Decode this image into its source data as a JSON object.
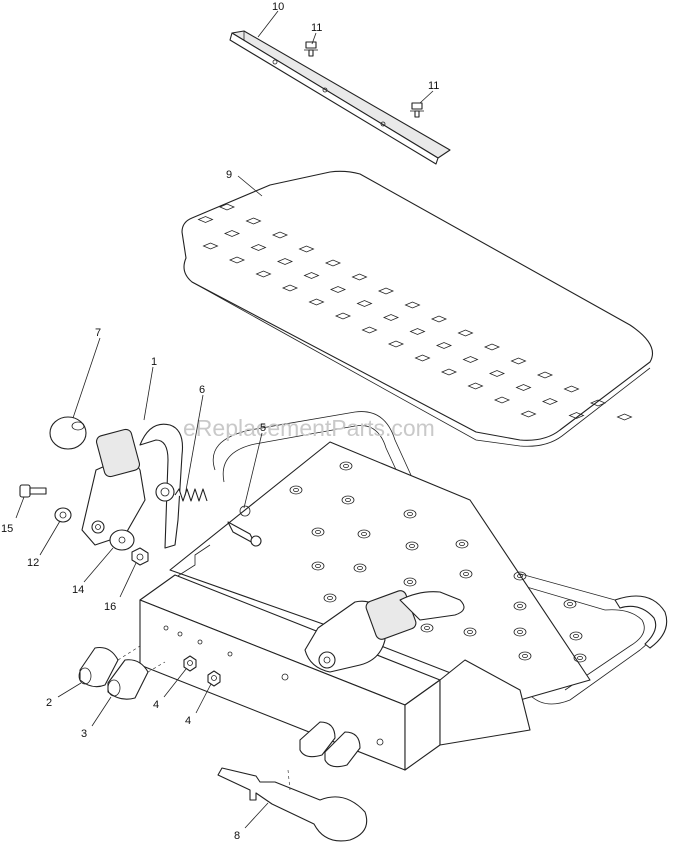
{
  "watermark": "eReplacementParts.com",
  "callouts": [
    {
      "label": "10"
    },
    {
      "label": "11"
    },
    {
      "label": "11"
    },
    {
      "label": "9"
    },
    {
      "label": "7"
    },
    {
      "label": "1"
    },
    {
      "label": "6"
    },
    {
      "label": "5"
    },
    {
      "label": "15"
    },
    {
      "label": "12"
    },
    {
      "label": "14"
    },
    {
      "label": "16"
    },
    {
      "label": "2"
    },
    {
      "label": "3"
    },
    {
      "label": "4"
    },
    {
      "label": "4"
    },
    {
      "label": "8"
    }
  ]
}
